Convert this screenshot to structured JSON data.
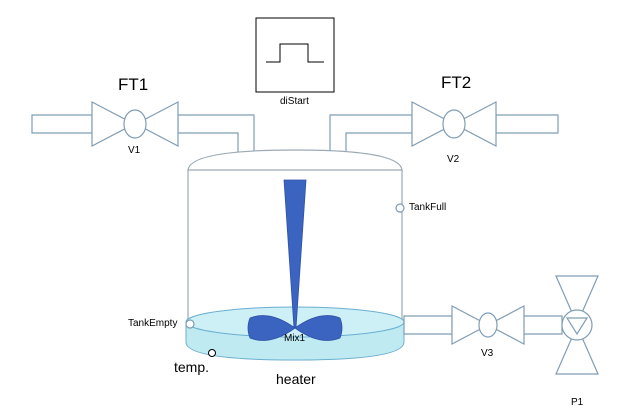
{
  "labels": {
    "ft1": "FT1",
    "ft2": "FT2",
    "di_start": "diStart",
    "v1": "V1",
    "v2": "V2",
    "v3": "V3",
    "tank_full": "TankFull",
    "tank_empty": "TankEmpty",
    "mix1": "Mix1",
    "temp": "temp.",
    "heater": "heater",
    "p1": "P1"
  },
  "colors": {
    "pipe_stroke": "#7f9db5",
    "liquid_fill": "#bfeaf2",
    "liquid_stroke": "#6aaed0",
    "mixer_blade": "#3b63c0",
    "tank_stroke": "#9aa9b5",
    "valve_fill": "#ffffff"
  },
  "tank": {
    "liquid_level_state": "low"
  }
}
